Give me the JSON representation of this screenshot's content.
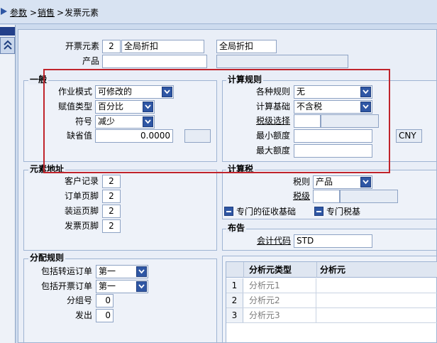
{
  "breadcrumb": {
    "item1": "参数",
    "item2": "销售",
    "current": "发票元素",
    "sep": ">"
  },
  "header": {
    "invoice_element_label": "开票元素",
    "invoice_element_num": "2",
    "invoice_element_name": "全局折扣",
    "invoice_element_desc": "全局折扣",
    "product_label": "产品"
  },
  "general": {
    "title": "一般",
    "job_mode_label": "作业模式",
    "job_mode_value": "可修改的",
    "assign_type_label": "赋值类型",
    "assign_type_value": "百分比",
    "sign_label": "符号",
    "sign_value": "减少",
    "default_label": "缺省值",
    "default_value": "0.0000"
  },
  "calc_rules": {
    "title": "计算规则",
    "rules_label": "各种规则",
    "rules_value": "无",
    "basis_label": "计算基础",
    "basis_value": "不含税",
    "tax_select_label": "税级选择",
    "min_label": "最小额度",
    "max_label": "最大额度",
    "currency": "CNY"
  },
  "element_address": {
    "title": "元素地址",
    "customer_record_label": "客户记录",
    "customer_record_value": "2",
    "order_footer_label": "订单页脚",
    "order_footer_value": "2",
    "shipping_footer_label": "装运页脚",
    "shipping_footer_value": "2",
    "invoice_footer_label": "发票页脚",
    "invoice_footer_value": "2"
  },
  "calc_tax": {
    "title": "计算税",
    "tax_rule_label": "税则",
    "tax_rule_value": "产品",
    "tax_class_label": "税级",
    "special_collection_base": "专门的征收基础",
    "special_tax_base": "专门税基"
  },
  "posting": {
    "title": "布告",
    "account_code_label": "会计代码",
    "account_code_value": "STD"
  },
  "distribution": {
    "title": "分配规则",
    "include_shipping_label": "包括转运订单",
    "include_shipping_value": "第一",
    "include_invoice_label": "包括开票订单",
    "include_invoice_value": "第一",
    "group_label": "分组号",
    "group_value": "0",
    "issue_label": "发出",
    "issue_value": "0"
  },
  "grid": {
    "col1": "分析元类型",
    "col2": "分析元",
    "rows": [
      {
        "num": "1",
        "type": "分析元1"
      },
      {
        "num": "2",
        "type": "分析元2"
      },
      {
        "num": "3",
        "type": "分析元3"
      }
    ]
  },
  "colors": {
    "highlight": "#c0242c",
    "accent": "#2f57a4"
  }
}
